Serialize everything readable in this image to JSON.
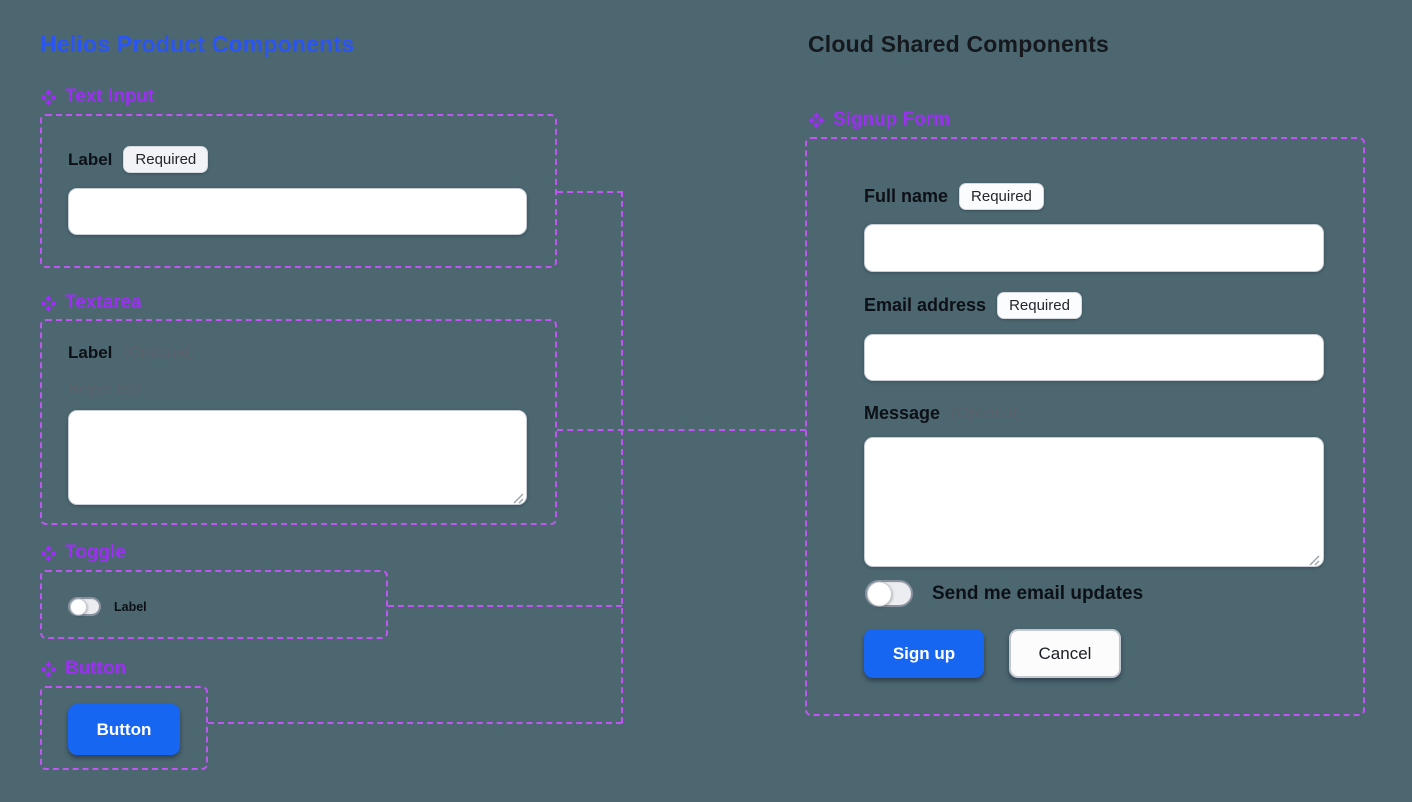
{
  "colors": {
    "canvas_background": "#4C6770",
    "left_title_blue": "#2A55F2",
    "right_title_dark": "#15181D",
    "component_heading_purple": "#9B2FF2",
    "dashed_outline_purple": "#BF55F2",
    "primary_button_blue": "#1766F2"
  },
  "icons": {
    "component": "four-diamonds"
  },
  "left": {
    "title": "Helios Product Components",
    "sections": [
      {
        "title": "Text Input",
        "label": "Label",
        "badge": "Required"
      },
      {
        "title": "Textarea",
        "label": "Label",
        "optional": "(Optional)",
        "helper": "Helper text"
      },
      {
        "title": "Toggle",
        "label": "Label"
      },
      {
        "title": "Button",
        "button_label": "Button"
      }
    ]
  },
  "right": {
    "title": "Cloud Shared Components",
    "section_title": "Signup Form",
    "fields": [
      {
        "label": "Full name",
        "badge": "Required"
      },
      {
        "label": "Email address",
        "badge": "Required"
      },
      {
        "label": "Message",
        "optional": "(Optional)"
      }
    ],
    "toggle_label": "Send me email updates",
    "buttons": {
      "primary": "Sign up",
      "secondary": "Cancel"
    }
  }
}
